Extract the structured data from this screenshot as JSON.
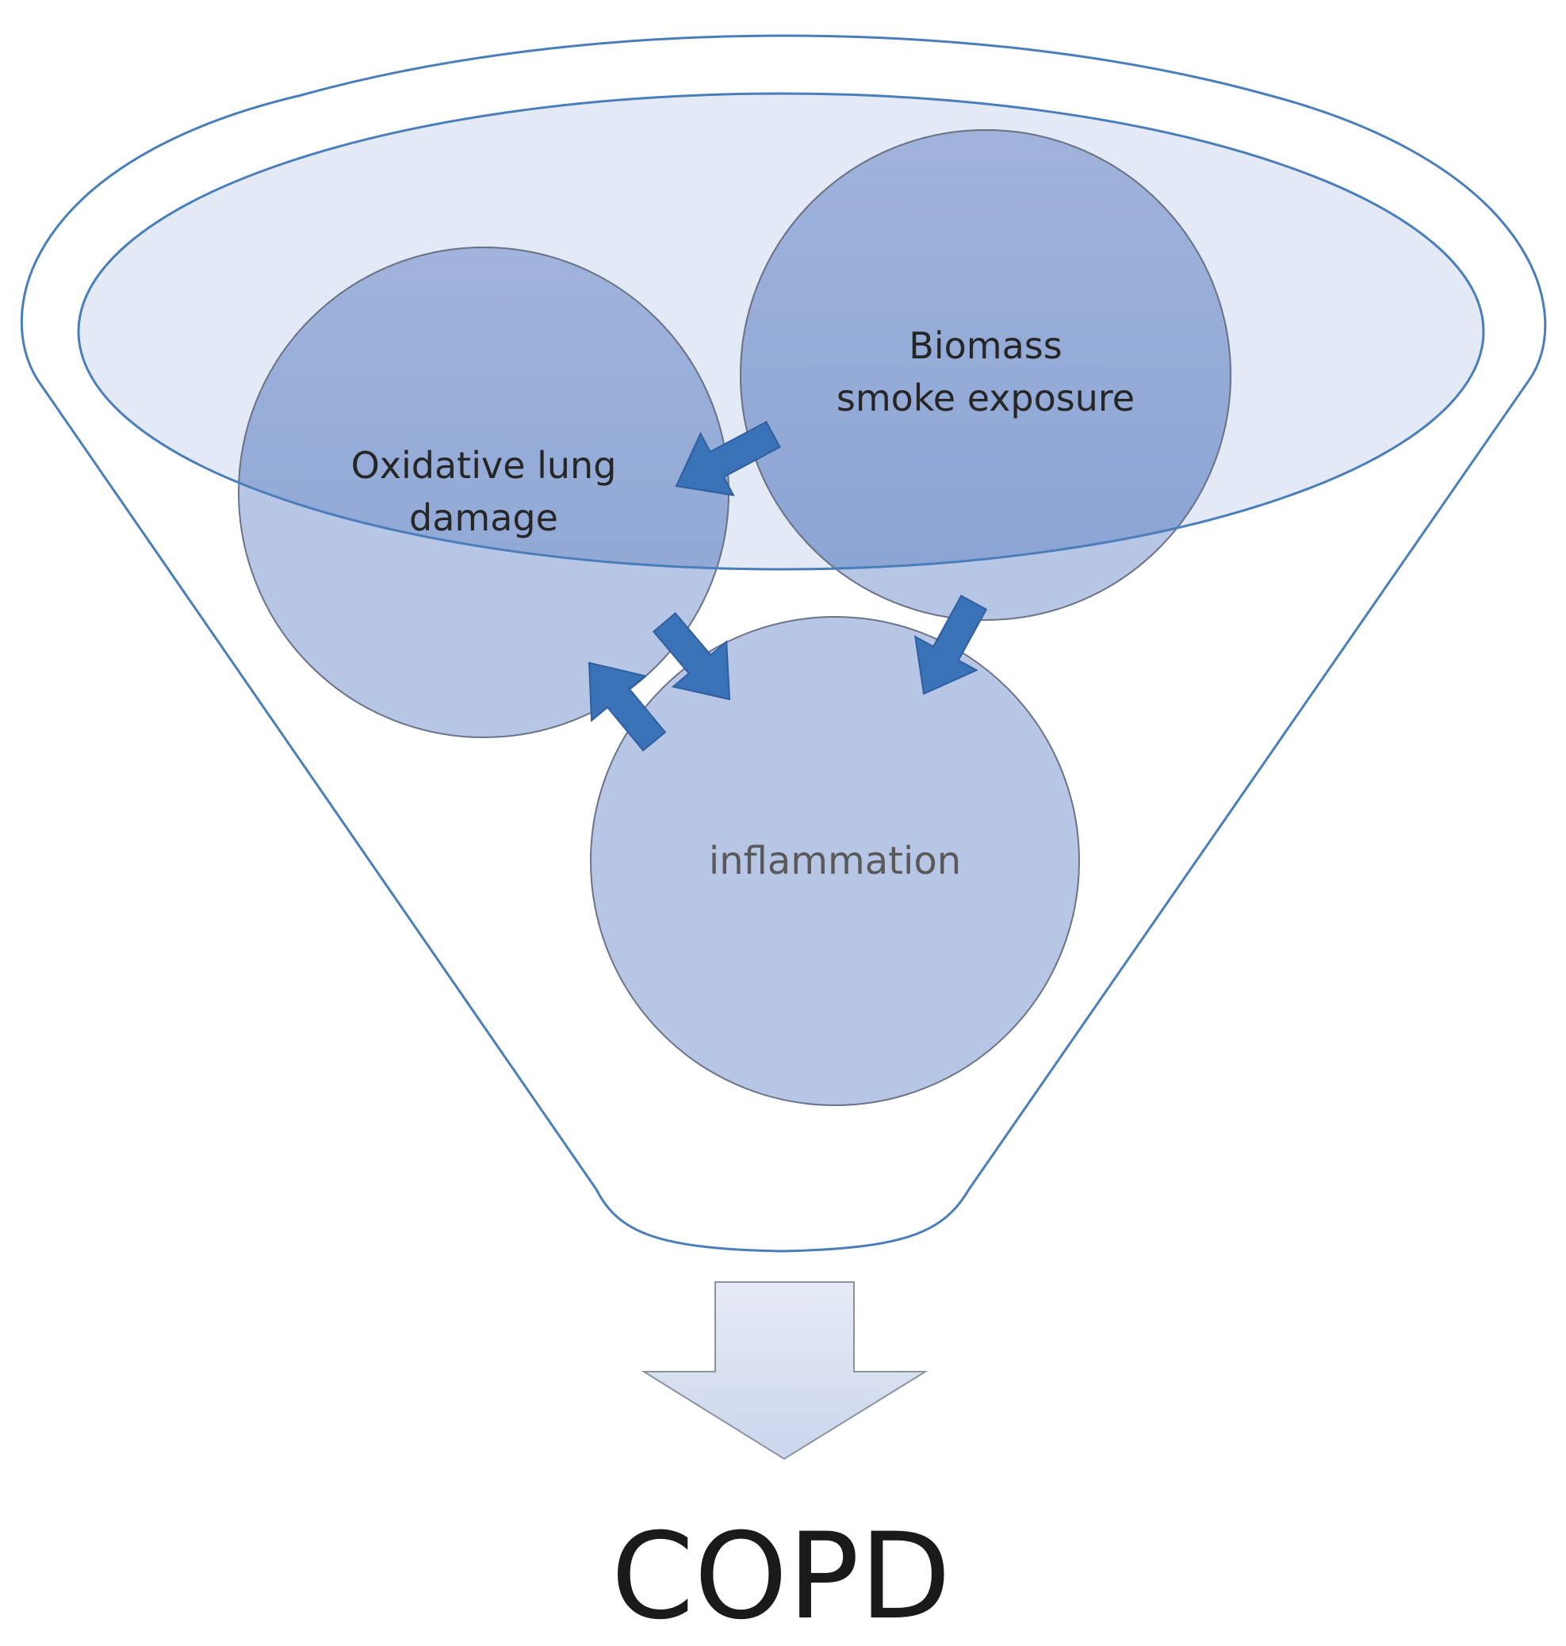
{
  "nodes": {
    "biomass": {
      "line1": "Biomass",
      "line2": "smoke exposure"
    },
    "oxidative": {
      "line1": "Oxidative lung",
      "line2": "damage"
    },
    "inflammation": {
      "label": "inflammation"
    }
  },
  "result": {
    "label": "COPD"
  },
  "colors": {
    "funnel_stroke": "#4a7ebb",
    "funnel_rim_fill": "#e3e9f5",
    "circle_fill": "#8ea7d6",
    "circle_stroke": "#6b7386",
    "connector_arrow": "#3a72b8",
    "output_arrow_fill": "#dbe3f2",
    "output_arrow_stroke": "#8b93a3"
  }
}
